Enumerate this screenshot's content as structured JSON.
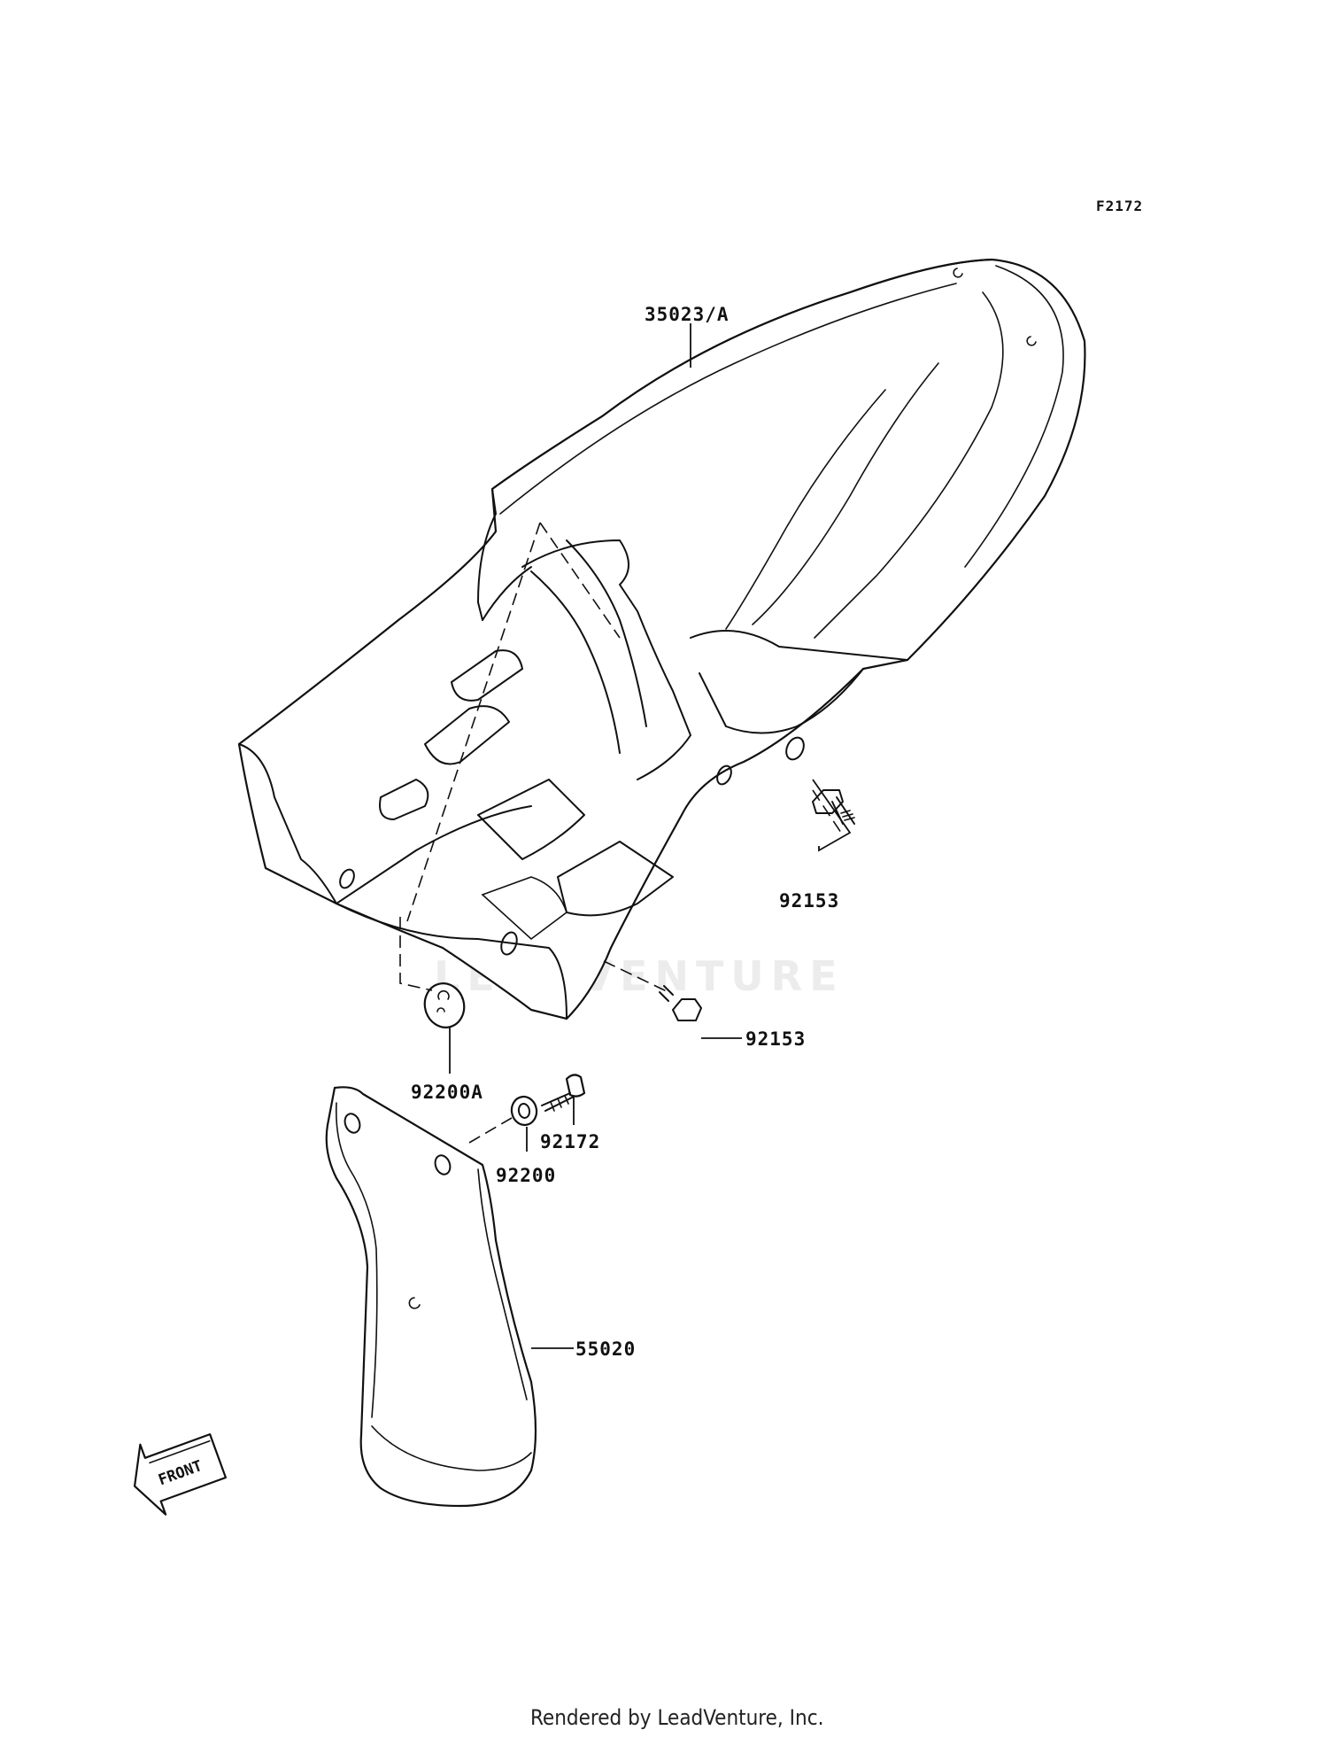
{
  "diagram": {
    "ref_code": "F2172",
    "footer": "Rendered by LeadVenture, Inc.",
    "watermark": "LEADVENTURE",
    "front_arrow_label": "FRONT",
    "callouts": [
      {
        "id": "fender",
        "label": "35023/A"
      },
      {
        "id": "bolt-upper",
        "label": "92153"
      },
      {
        "id": "bolt-lower",
        "label": "92153"
      },
      {
        "id": "grommet",
        "label": "92200A"
      },
      {
        "id": "screw",
        "label": "92172"
      },
      {
        "id": "washer",
        "label": "92200"
      },
      {
        "id": "flap",
        "label": "55020"
      }
    ]
  }
}
